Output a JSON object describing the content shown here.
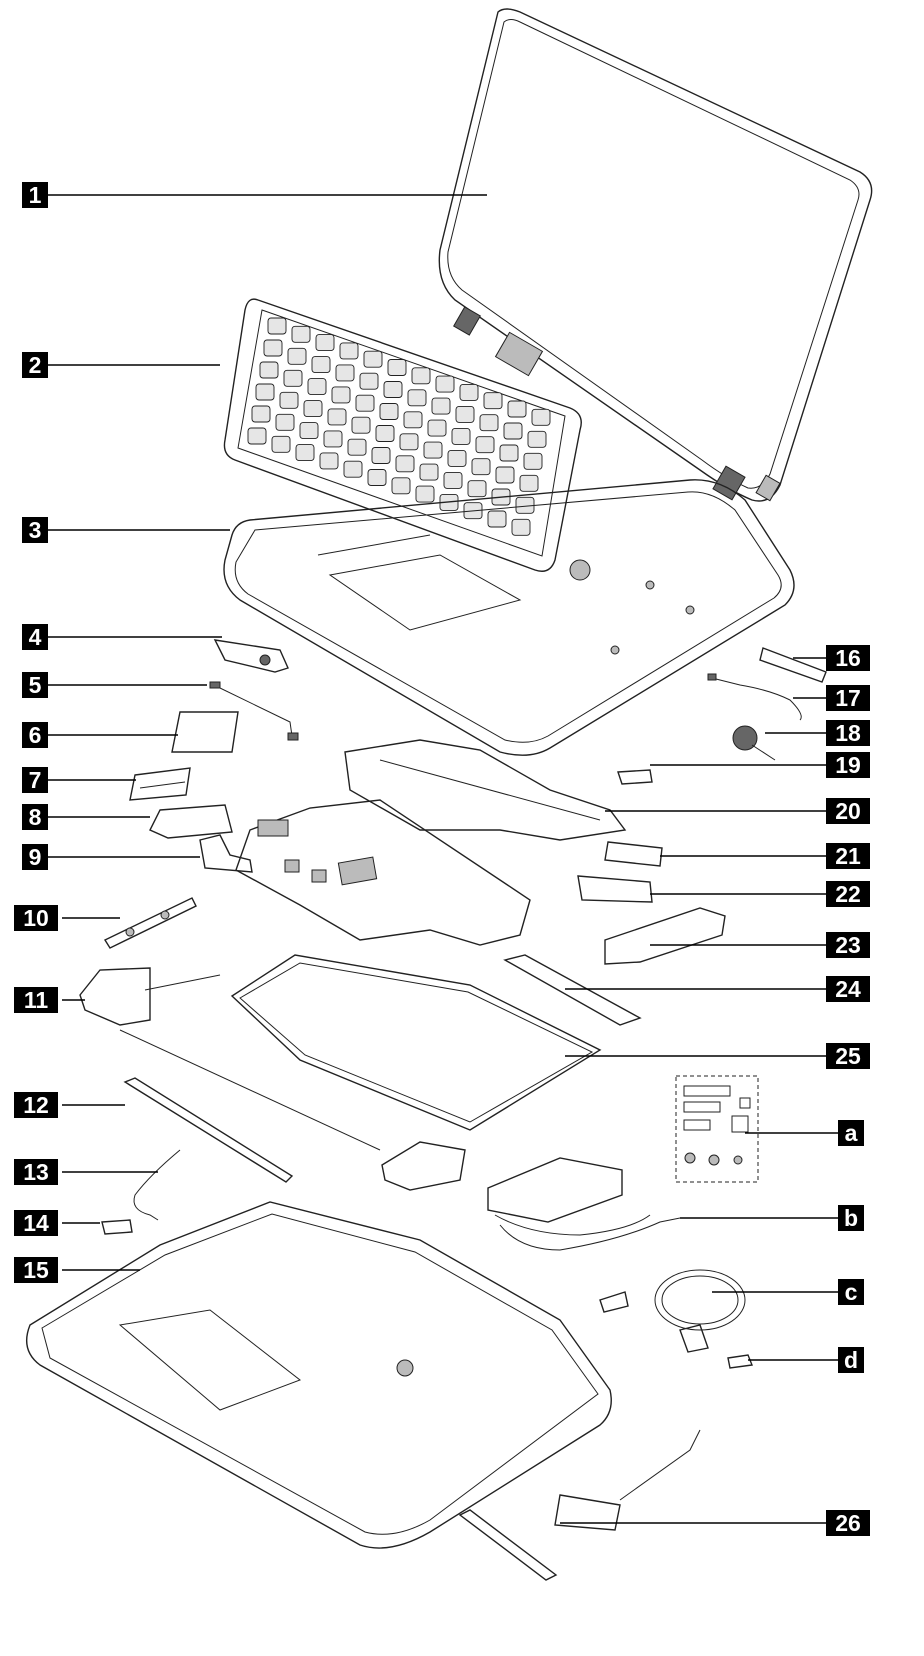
{
  "callouts": [
    {
      "id": "1"
    },
    {
      "id": "2"
    },
    {
      "id": "3"
    },
    {
      "id": "4"
    },
    {
      "id": "5"
    },
    {
      "id": "6"
    },
    {
      "id": "7"
    },
    {
      "id": "8"
    },
    {
      "id": "9"
    },
    {
      "id": "10"
    },
    {
      "id": "11"
    },
    {
      "id": "12"
    },
    {
      "id": "13"
    },
    {
      "id": "14"
    },
    {
      "id": "15"
    },
    {
      "id": "16"
    },
    {
      "id": "17"
    },
    {
      "id": "18"
    },
    {
      "id": "19"
    },
    {
      "id": "20"
    },
    {
      "id": "21"
    },
    {
      "id": "22"
    },
    {
      "id": "23"
    },
    {
      "id": "24"
    },
    {
      "id": "25"
    },
    {
      "id": "a"
    },
    {
      "id": "b"
    },
    {
      "id": "c"
    },
    {
      "id": "d"
    },
    {
      "id": "26"
    }
  ],
  "colors": {
    "badge_bg": "#000000",
    "badge_fg": "#ffffff",
    "line": "#222222"
  }
}
